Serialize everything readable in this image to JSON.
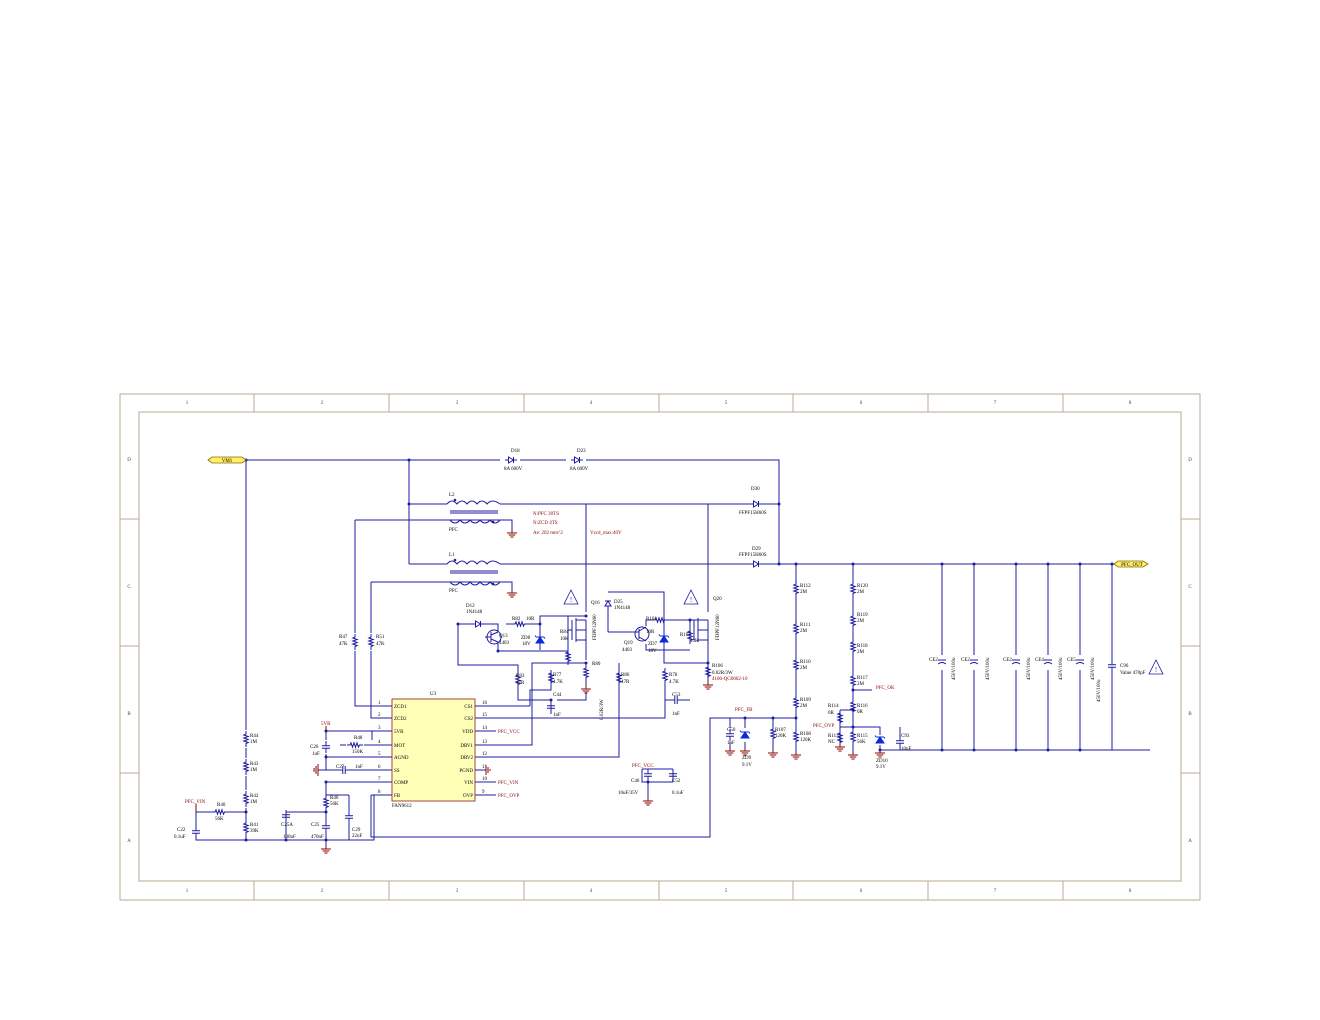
{
  "frame": {
    "columns": [
      "1",
      "2",
      "3",
      "4",
      "5",
      "6",
      "7",
      "8"
    ],
    "rows": [
      "D",
      "C",
      "B",
      "A"
    ]
  },
  "ports": {
    "vm1": "VM1",
    "pfc_out": "PFC_OUT",
    "pfc_vin": "PFC_VIN",
    "pfc_vcc": "PFC_VCC",
    "pfc_vin_r": "PFC_VIN",
    "pfc_ovp": "PFC_OVP",
    "pfc_vcc2": "PFC_VCC",
    "pfc_fb": "PFC_FB",
    "pfc_ok": "PFC_OK",
    "pfc_ovp2": "PFC_OVP",
    "svb": "5VB"
  },
  "ic": {
    "ref": "U3",
    "name": "FAN9612",
    "left_pins": [
      {
        "num": "1",
        "name": "ZCD1"
      },
      {
        "num": "2",
        "name": "ZCD2"
      },
      {
        "num": "3",
        "name": "5VB"
      },
      {
        "num": "4",
        "name": "MOT"
      },
      {
        "num": "5",
        "name": "AGND"
      },
      {
        "num": "6",
        "name": "SS"
      },
      {
        "num": "7",
        "name": "COMP"
      },
      {
        "num": "8",
        "name": "FB"
      }
    ],
    "right_pins": [
      {
        "num": "16",
        "name": "CS1"
      },
      {
        "num": "15",
        "name": "CS2"
      },
      {
        "num": "14",
        "name": "VDD"
      },
      {
        "num": "13",
        "name": "DRV1"
      },
      {
        "num": "12",
        "name": "DRV2"
      },
      {
        "num": "11",
        "name": "PGND"
      },
      {
        "num": "10",
        "name": "VIN"
      },
      {
        "num": "9",
        "name": "OVP"
      }
    ]
  },
  "diodes": {
    "d18": {
      "ref": "D18",
      "val": "8A 600V"
    },
    "d23": {
      "ref": "D23",
      "val": "8A 600V"
    },
    "d30": {
      "ref": "D30",
      "val": "FFPF15H60S"
    },
    "d29": {
      "ref": "D29",
      "val": "FFPF15H60S"
    },
    "d12": {
      "ref": "D12",
      "val": "1N4148"
    },
    "d25": {
      "ref": "D25",
      "val": "1N4148"
    }
  },
  "inductors": {
    "l2": {
      "ref": "L2",
      "tag": "PFC"
    },
    "l1": {
      "ref": "L1",
      "tag": "PFC"
    },
    "notes": [
      "N:PFC    30TS",
      "N:ZCD    4TS",
      "Ae:    202 mm^2",
      "Vzcd_max:40V"
    ]
  },
  "transistors": {
    "q13": {
      "ref": "Q13",
      "val": "4403"
    },
    "q19": {
      "ref": "Q19",
      "val": "4403"
    },
    "q16": {
      "ref": "Q16",
      "val": "FDPF12N60"
    },
    "q20": {
      "ref": "Q20",
      "val": "FDPF12N60"
    }
  },
  "resistors": {
    "r44": {
      "ref": "R44",
      "val": "1M"
    },
    "r43": {
      "ref": "R43",
      "val": "1M"
    },
    "r42": {
      "ref": "R42",
      "val": "1M"
    },
    "r41": {
      "ref": "R41",
      "val": "39K"
    },
    "r40": {
      "ref": "R40",
      "val": "56K"
    },
    "r47": {
      "ref": "R47",
      "val": "47K"
    },
    "r51": {
      "ref": "R51",
      "val": "47K"
    },
    "r48": {
      "ref": "R48",
      "val": "150K"
    },
    "r46": {
      "ref": "R46",
      "val": "56K"
    },
    "r82": {
      "ref": "R82",
      "val": "10R"
    },
    "r84": {
      "ref": "R84",
      "val": "10K"
    },
    "r83": {
      "ref": "R83",
      "val": "47R"
    },
    "r77": {
      "ref": "R77",
      "val": "4.7K"
    },
    "r80": {
      "ref": "R80",
      "val": "0.02R/3W"
    },
    "r101": {
      "ref": "R101",
      "val": "10R"
    },
    "r103": {
      "ref": "R103",
      "val": "10K"
    },
    "r86": {
      "ref": "R86",
      "val": "47R"
    },
    "r78": {
      "ref": "R78",
      "val": "4.7K"
    },
    "r106": {
      "ref": "R106",
      "val": "0.02R/3W"
    },
    "r106_pn": "4100-QG0002-10",
    "r112": {
      "ref": "R112",
      "val": "2M"
    },
    "r111": {
      "ref": "R111",
      "val": "2M"
    },
    "r110": {
      "ref": "R110",
      "val": "2M"
    },
    "r109": {
      "ref": "R109",
      "val": "2M"
    },
    "r108": {
      "ref": "R108",
      "val": "120K"
    },
    "r107": {
      "ref": "R107",
      "val": "120K"
    },
    "r120": {
      "ref": "R120",
      "val": "2M"
    },
    "r119": {
      "ref": "R119",
      "val": "2M"
    },
    "r118": {
      "ref": "R118",
      "val": "2M"
    },
    "r117": {
      "ref": "R117",
      "val": "2M"
    },
    "r116": {
      "ref": "R116",
      "val": "0R"
    },
    "r114": {
      "ref": "R114",
      "val": "0R"
    },
    "r113": {
      "ref": "R113",
      "val": "NC"
    },
    "r115": {
      "ref": "R115",
      "val": "56K"
    }
  },
  "capacitors": {
    "c22": {
      "ref": "C22",
      "val": "0.1uF"
    },
    "c26": {
      "ref": "C26",
      "val": "1uF"
    },
    "c27": {
      "ref": "C27",
      "val": "1nF"
    },
    "c25a": {
      "ref": "C25A",
      "val": "100nF"
    },
    "c25": {
      "ref": "C25",
      "val": "470nF"
    },
    "c29": {
      "ref": "C29",
      "val": "22uF"
    },
    "c44": {
      "ref": "C44",
      "val": "1nF"
    },
    "c53": {
      "ref": "C53",
      "val": "1nF"
    },
    "c46": {
      "ref": "C46",
      "val": "10uF/35V"
    },
    "c52": {
      "ref": "C52",
      "val": "0.1uF"
    },
    "c50": {
      "ref": "C50",
      "val": "1nF"
    },
    "c93": {
      "ref": "C93",
      "val": "10nF"
    },
    "c96": {
      "ref": "C96",
      "val": "Value 470pF"
    },
    "bulk": [
      {
        "ref": "CE2",
        "val": "450V/100u"
      },
      {
        "ref": "CE2",
        "val": "450V/100u"
      },
      {
        "ref": "CE2",
        "val": "450V/100u"
      },
      {
        "ref": "CE4",
        "val": "450V/100u"
      },
      {
        "ref": "CE5",
        "val": "450V/100u"
      },
      {
        "ref": "",
        "val": "450V/100u"
      }
    ]
  },
  "zeners": {
    "zd8": {
      "ref": "ZD8",
      "val": "18V"
    },
    "zd7": {
      "ref": "ZD7",
      "val": "18V"
    },
    "zd9": {
      "ref": "ZD9",
      "val": "9.1V"
    },
    "zd10": {
      "ref": "ZD10",
      "val": "9.1V"
    }
  }
}
